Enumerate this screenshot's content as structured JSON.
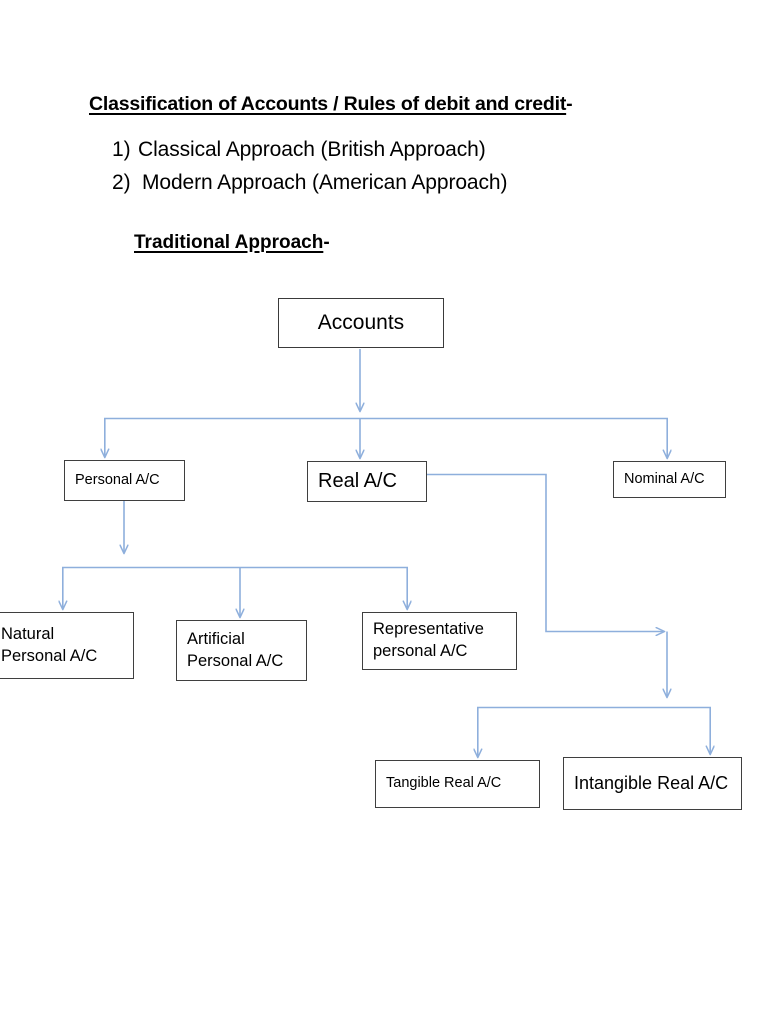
{
  "document": {
    "title_main": "Classification of Accounts / Rules of debit and credit",
    "title_tail": "-",
    "list": [
      {
        "marker": "1)",
        "text": "Classical Approach (British Approach)"
      },
      {
        "marker": "2)",
        "text": "Modern Approach (American Approach)"
      }
    ],
    "subtitle_main": "Traditional Approach",
    "subtitle_tail": "-"
  },
  "diagram": {
    "type": "tree",
    "connector_color": "#8eafdc",
    "node_border_color": "#3f3f3f",
    "nodes": {
      "accounts": {
        "label": "Accounts"
      },
      "personal": {
        "label": "Personal A/C"
      },
      "real": {
        "label": "Real A/C"
      },
      "nominal": {
        "label": "Nominal A/C"
      },
      "natural": {
        "line1": "Natural",
        "line2": "Personal A/C"
      },
      "artificial": {
        "line1": "Artificial",
        "line2": "Personal A/C"
      },
      "representative": {
        "line1": "Representative",
        "line2": "personal A/C"
      },
      "tangible": {
        "label": "Tangible Real A/C"
      },
      "intangible": {
        "label": "Intangible Real A/C"
      }
    },
    "edges": [
      {
        "from": "accounts",
        "to": "personal"
      },
      {
        "from": "accounts",
        "to": "real"
      },
      {
        "from": "accounts",
        "to": "nominal"
      },
      {
        "from": "personal",
        "to": "natural"
      },
      {
        "from": "personal",
        "to": "artificial"
      },
      {
        "from": "personal",
        "to": "representative"
      },
      {
        "from": "real",
        "to": "tangible"
      },
      {
        "from": "real",
        "to": "intangible"
      }
    ]
  }
}
